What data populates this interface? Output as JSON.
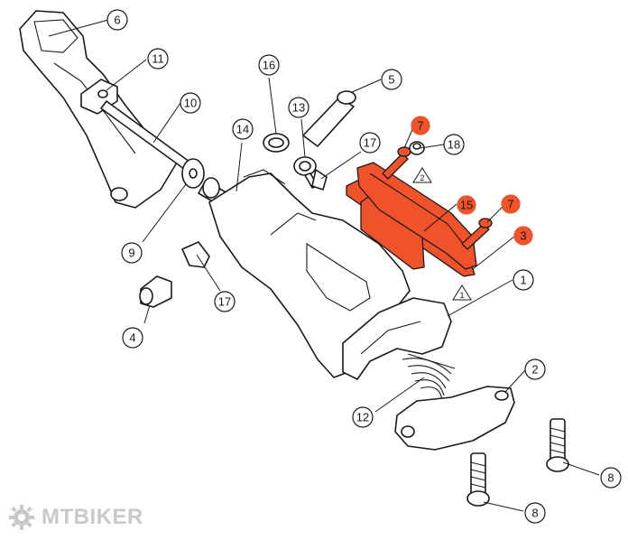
{
  "callouts": [
    {
      "id": "c6",
      "label": "6",
      "highlight": false
    },
    {
      "id": "c11",
      "label": "11",
      "highlight": false
    },
    {
      "id": "c10",
      "label": "10",
      "highlight": false
    },
    {
      "id": "c16",
      "label": "16",
      "highlight": false
    },
    {
      "id": "c5",
      "label": "5",
      "highlight": false
    },
    {
      "id": "c13",
      "label": "13",
      "highlight": false
    },
    {
      "id": "c14",
      "label": "14",
      "highlight": false
    },
    {
      "id": "c7a",
      "label": "7",
      "highlight": true
    },
    {
      "id": "c18",
      "label": "18",
      "highlight": false
    },
    {
      "id": "c17a",
      "label": "17",
      "highlight": false
    },
    {
      "id": "c15",
      "label": "15",
      "highlight": true
    },
    {
      "id": "c7b",
      "label": "7",
      "highlight": true
    },
    {
      "id": "c3",
      "label": "3",
      "highlight": true
    },
    {
      "id": "c9",
      "label": "9",
      "highlight": false
    },
    {
      "id": "c17b",
      "label": "17",
      "highlight": false
    },
    {
      "id": "c1",
      "label": "1",
      "highlight": false
    },
    {
      "id": "c4",
      "label": "4",
      "highlight": false
    },
    {
      "id": "c2",
      "label": "2",
      "highlight": false
    },
    {
      "id": "c12",
      "label": "12",
      "highlight": false
    },
    {
      "id": "c8a",
      "label": "8",
      "highlight": false
    },
    {
      "id": "c8b",
      "label": "8",
      "highlight": false
    }
  ],
  "warnings": [
    {
      "id": "w2",
      "label": "2"
    },
    {
      "id": "w1",
      "label": "1"
    }
  ],
  "colors": {
    "highlight": "#f0522a",
    "line": "#1a1a1a",
    "logo": "#c9c9c9"
  },
  "logo": {
    "text": "MTBIKER",
    "icon": "gear-icon"
  }
}
